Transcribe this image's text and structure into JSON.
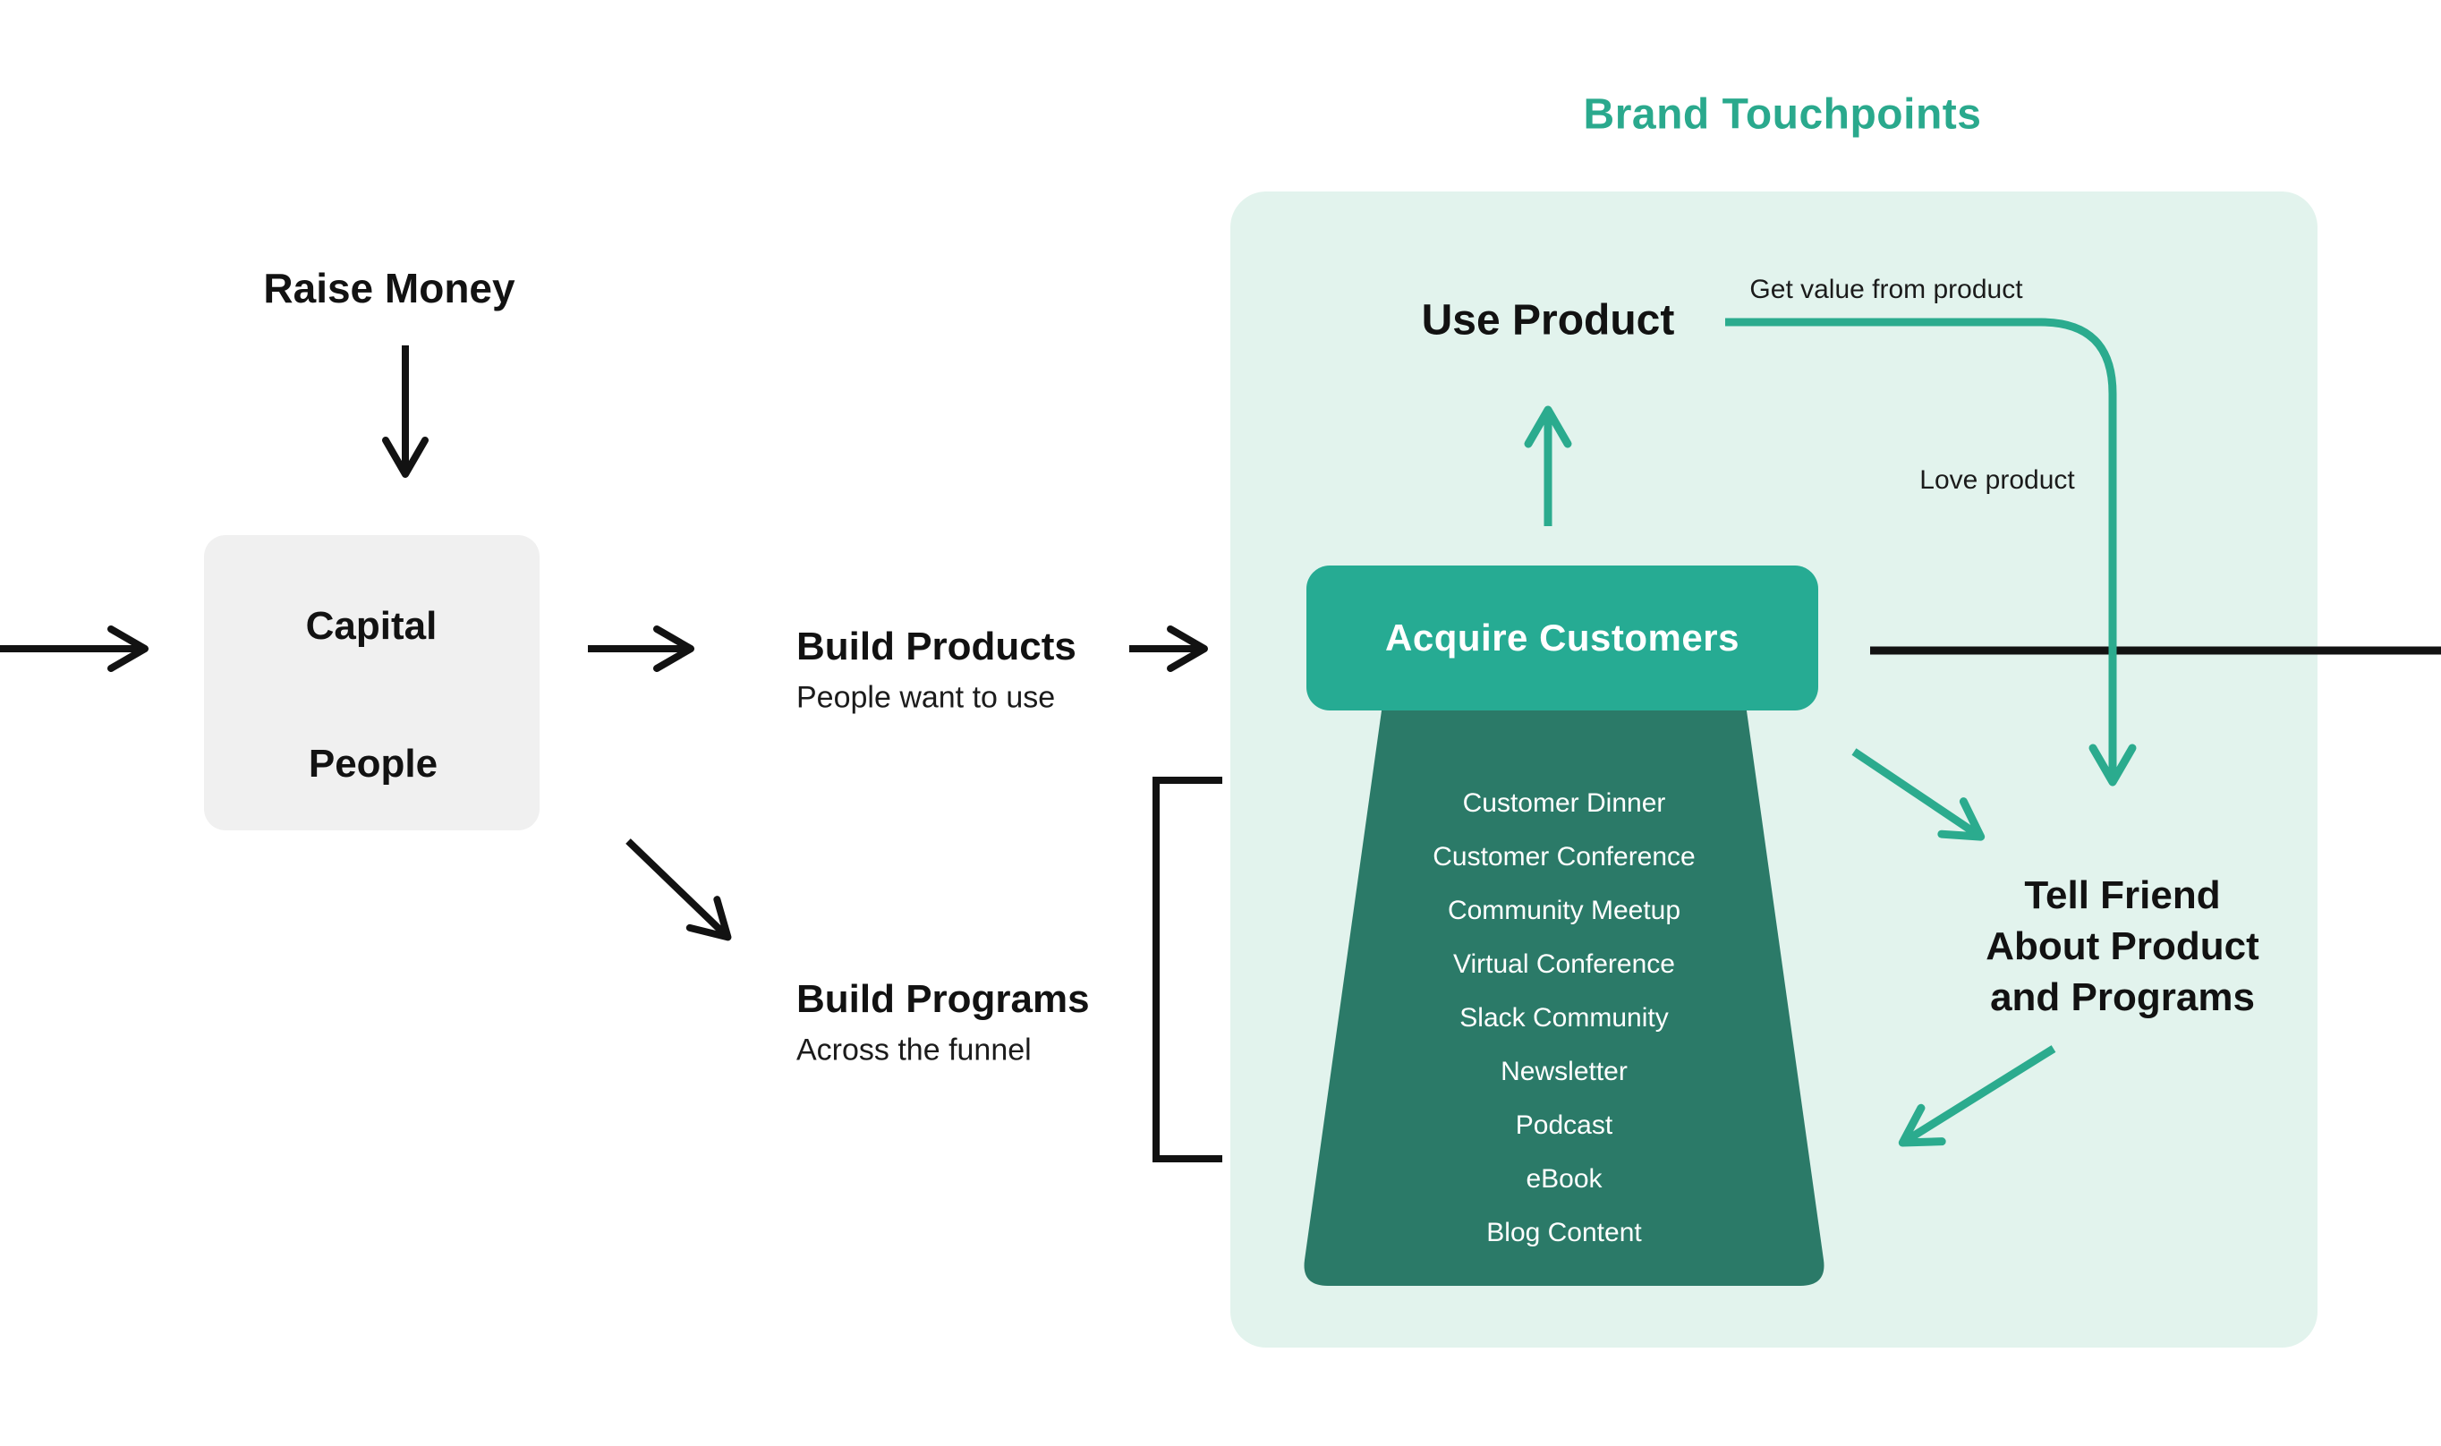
{
  "title": "Brand Touchpoints",
  "left_flow": {
    "raise_money": "Raise Money",
    "capital": "Capital",
    "people": "People",
    "build_products": {
      "title": "Build Products",
      "subtitle": "People want to use"
    },
    "build_programs": {
      "title": "Build Programs",
      "subtitle": "Across the funnel"
    }
  },
  "touchpoints": {
    "use_product": "Use Product",
    "acquire_customers": "Acquire Customers",
    "get_value_label": "Get value from product",
    "love_product_label": "Love product",
    "tell_friend_lines": [
      "Tell Friend",
      "About Product",
      "and Programs"
    ],
    "funnel_items": [
      "Customer Dinner",
      "Customer Conference",
      "Community Meetup",
      "Virtual Conference",
      "Slack Community",
      "Newsletter",
      "Podcast",
      "eBook",
      "Blog Content"
    ]
  },
  "colors": {
    "accent_teal": "#2AA98D",
    "acquire_box_teal": "#26AB93",
    "funnel_dark_teal": "#2B7A68",
    "panel_light_teal": "#E2F3ED",
    "gray_box": "#F0F0F0",
    "ink_black": "#121212"
  }
}
